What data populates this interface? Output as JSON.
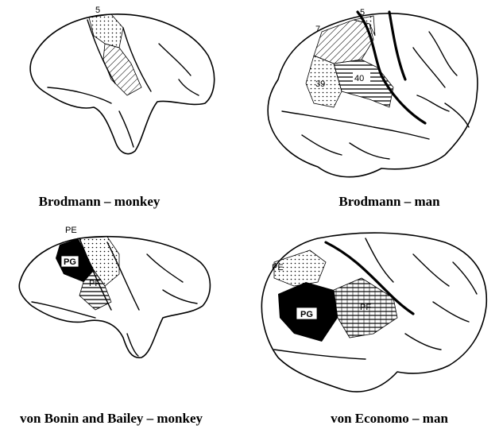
{
  "panels": {
    "top_left": {
      "caption": "Brodmann – monkey",
      "labels": {
        "area5": "5"
      }
    },
    "top_right": {
      "caption": "Brodmann – man",
      "labels": {
        "area5": "5",
        "area7": "7",
        "area39": "39",
        "area40": "40"
      }
    },
    "bottom_left": {
      "caption": "von Bonin and Bailey – monkey",
      "labels": {
        "pe": "PE",
        "pg": "PG",
        "pf": "PF"
      }
    },
    "bottom_right": {
      "caption": "von Economo – man",
      "labels": {
        "pe": "PE",
        "pg": "PG",
        "pf": "PF"
      }
    }
  }
}
